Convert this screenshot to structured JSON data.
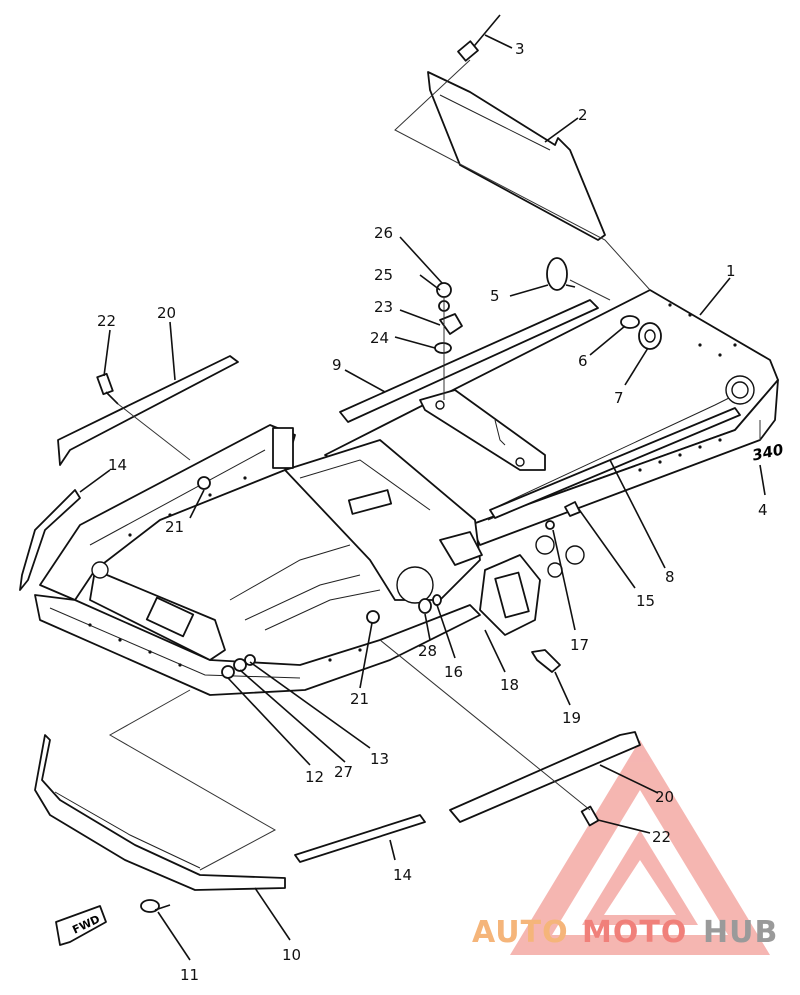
{
  "diagram": {
    "callouts": [
      "1",
      "2",
      "3",
      "4",
      "5",
      "6",
      "7",
      "8",
      "9",
      "10",
      "11",
      "12",
      "13",
      "14",
      "14",
      "15",
      "16",
      "17",
      "18",
      "19",
      "20",
      "20",
      "21",
      "21",
      "22",
      "22",
      "23",
      "24",
      "25",
      "26",
      "27",
      "28"
    ],
    "stamp": "340",
    "direction_badge": "FWD"
  },
  "watermark": {
    "part1": "AUTO",
    "part2": "MOTO",
    "part3": "HUB",
    "colors": {
      "auto": "#f5b57a",
      "moto": "#f0807a",
      "hub": "#9a9a9a",
      "triangle": "#f08c86"
    }
  }
}
